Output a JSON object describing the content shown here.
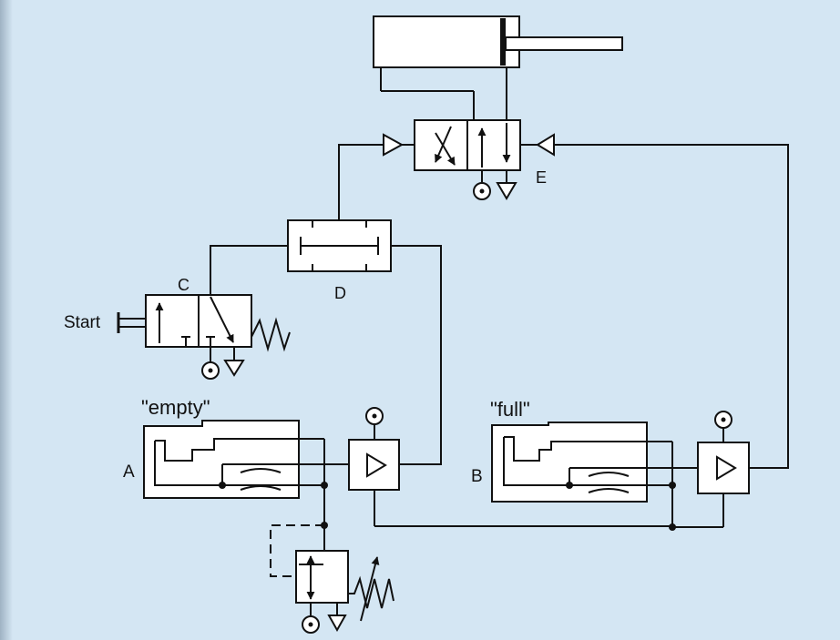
{
  "colors": {
    "background": "#d4e6f3",
    "component_fill": "#ffffff",
    "line": "#111111"
  },
  "labels": {
    "start": "Start",
    "valve_c": "C",
    "memory_d": "D",
    "valve_e": "E",
    "sensor_a": "A",
    "sensor_b": "B",
    "empty": "\"empty\"",
    "full": "\"full\""
  }
}
